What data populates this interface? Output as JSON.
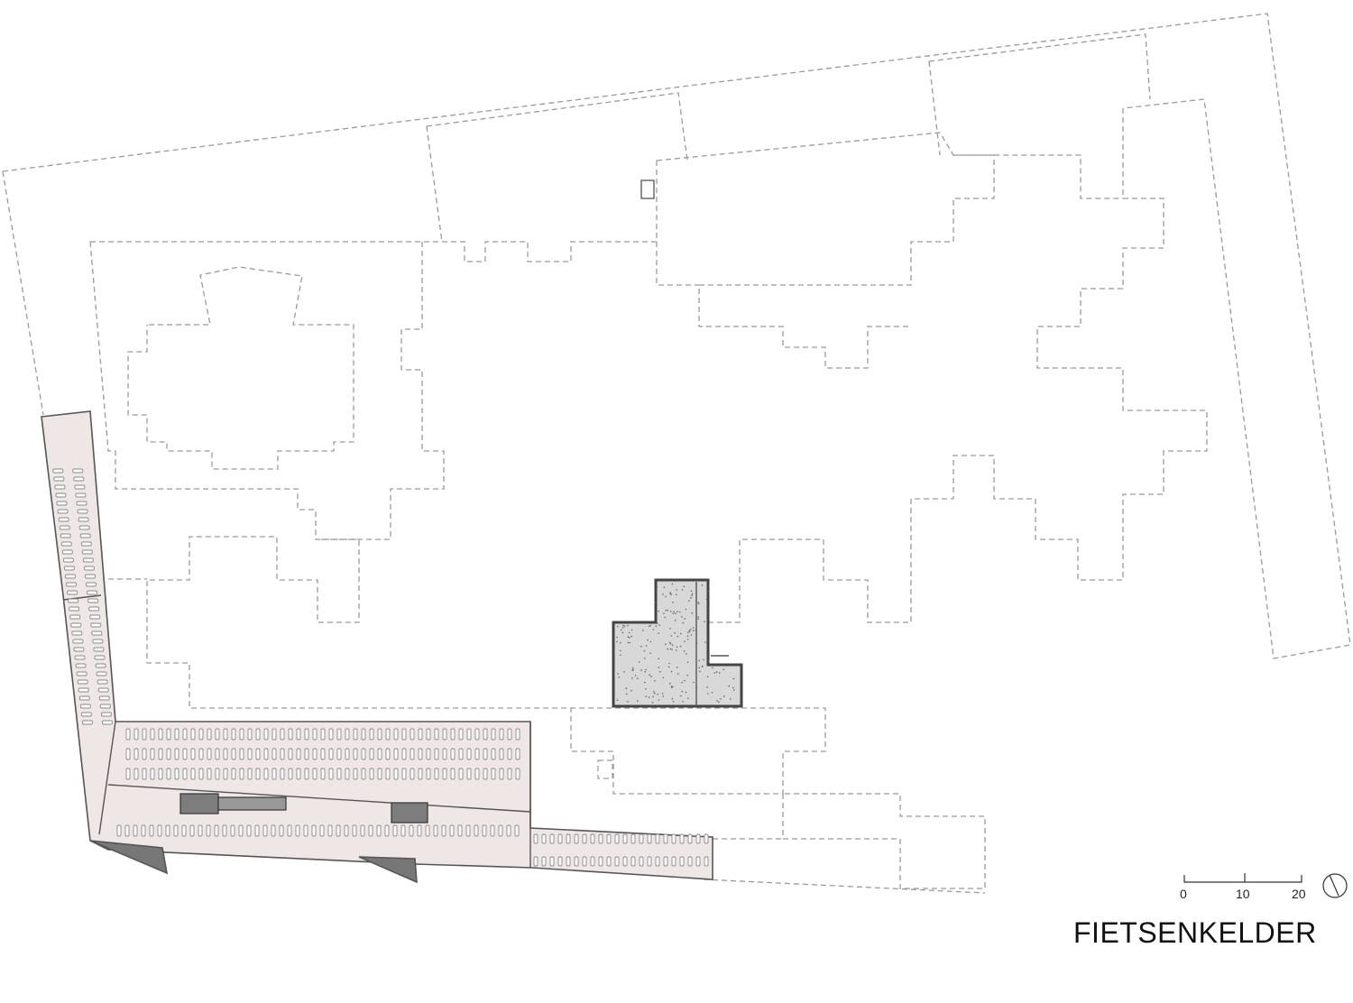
{
  "plan": {
    "title": "FIETSENKELDER",
    "scale_bar": {
      "labels": [
        "0",
        "10",
        "20"
      ]
    }
  },
  "icons": {
    "north": "north-arrow-icon"
  }
}
